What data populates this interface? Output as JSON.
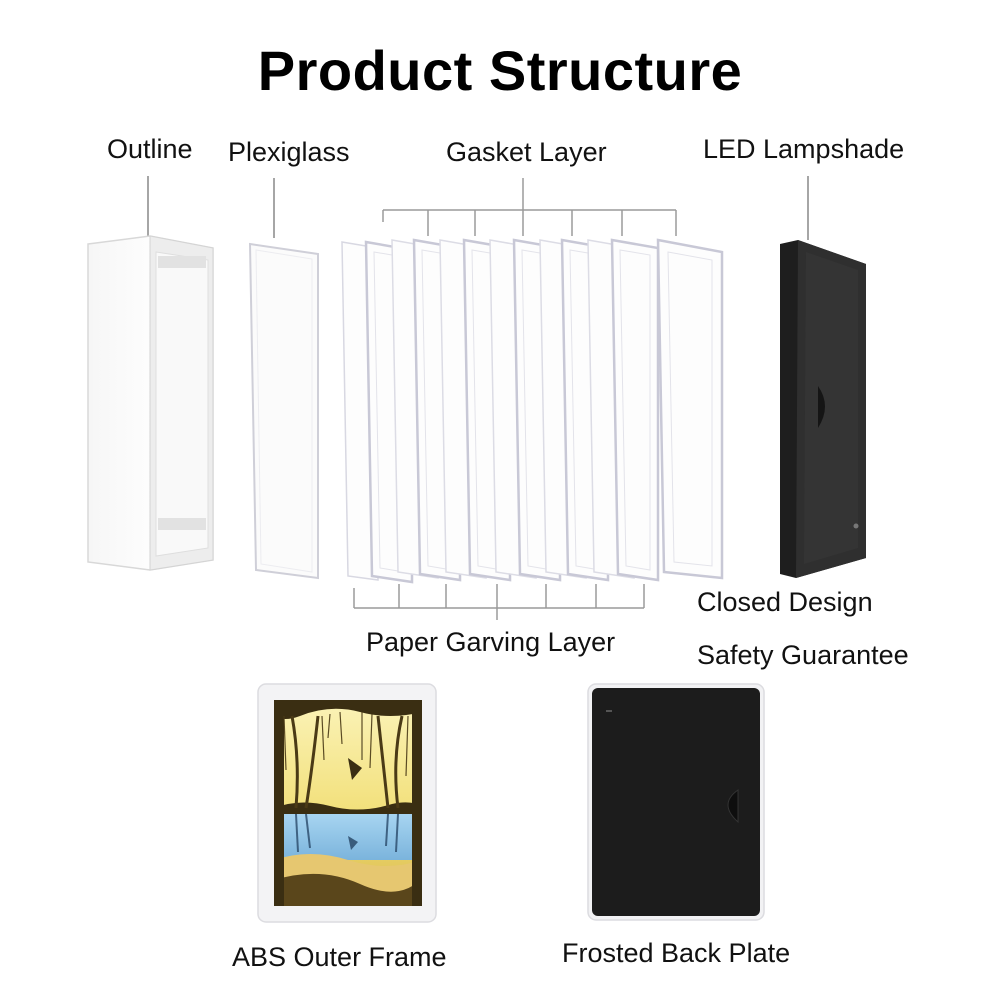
{
  "title": "Product Structure",
  "labels": {
    "outline": "Outline",
    "plexiglass": "Plexiglass",
    "gasket_layer": "Gasket Layer",
    "led_lampshade": "LED Lampshade",
    "paper_carving_layer": "Paper Garving Layer",
    "closed_design": "Closed Design",
    "safety_guarantee": "Safety Guarantee",
    "abs_outer_frame": "ABS Outer Frame",
    "frosted_back_plate": "Frosted Back Plate"
  },
  "colors": {
    "frame_white": "#f4f4f4",
    "frame_edge": "#d6d6d6",
    "gasket_stroke": "#c9c9d6",
    "lampshade": "#2b2b2b",
    "scene_yellow": "#f2e07a",
    "scene_blue": "#8ec4e8",
    "silhouette": "#3a2e12"
  }
}
